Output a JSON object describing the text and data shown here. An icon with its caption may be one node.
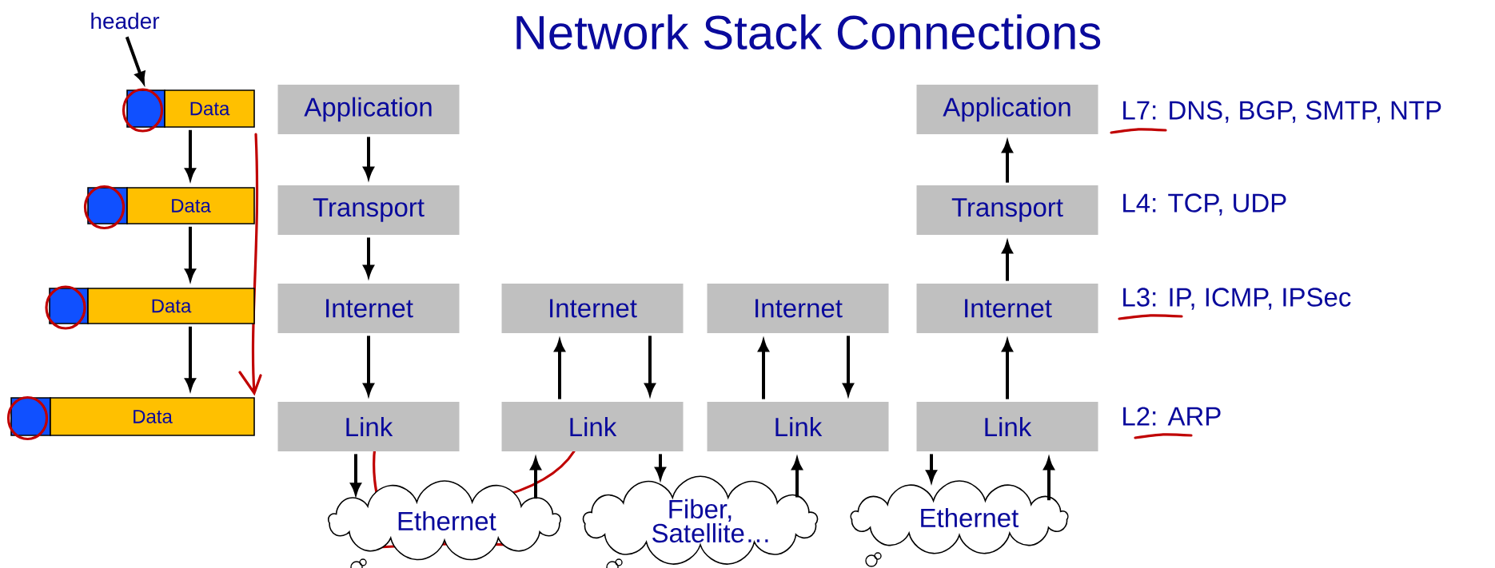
{
  "diagram": {
    "title": "Network Stack Connections",
    "nodes": [
      {
        "text": [
          "header"
        ]
      },
      {
        "text": [],
        "shape": "box"
      },
      {
        "text": [
          "Data"
        ]
      },
      {
        "text": [],
        "shape": "box"
      },
      {
        "text": [
          "Data"
        ]
      },
      {
        "text": [],
        "shape": "box"
      },
      {
        "text": [
          "Data"
        ]
      },
      {
        "text": [],
        "shape": "box"
      },
      {
        "text": [
          "Data"
        ]
      },
      {
        "text": [
          "Application"
        ]
      },
      {
        "text": [
          "Transport"
        ]
      },
      {
        "text": [
          "Internet"
        ]
      },
      {
        "text": [
          "Link"
        ]
      },
      {
        "text": [
          "Internet"
        ]
      },
      {
        "text": [
          "Link"
        ]
      },
      {
        "text": [
          "Internet"
        ]
      },
      {
        "text": [
          "Link"
        ]
      },
      {
        "text": [
          "Application"
        ]
      },
      {
        "text": [
          "Transport"
        ]
      },
      {
        "text": [
          "Internet"
        ]
      },
      {
        "text": [
          "Link"
        ]
      },
      {
        "text": [
          "Ethernet"
        ]
      },
      {
        "text": [
          "Fiber, Satellite…"
        ]
      },
      {
        "text": [
          "Ethernet"
        ]
      }
    ],
    "edges": [
      {
        "from": 0,
        "to": 1,
        "arrow": "to"
      },
      {
        "from": 2,
        "to": 4,
        "arrow": "to"
      },
      {
        "from": 4,
        "to": 6,
        "arrow": "to"
      },
      {
        "from": 6,
        "to": 8,
        "arrow": "to"
      },
      {
        "from": 9,
        "to": 10,
        "arrow": "to"
      },
      {
        "from": 10,
        "to": 11,
        "arrow": "to"
      },
      {
        "from": 11,
        "to": 12,
        "arrow": "to"
      },
      {
        "from": 12,
        "to": 21,
        "arrow": "to"
      },
      {
        "from": 21,
        "to": 14,
        "arrow": "to"
      },
      {
        "from": 14,
        "to": 13,
        "arrow": "to"
      },
      {
        "from": 13,
        "to": 14,
        "arrow": "to"
      },
      {
        "from": 14,
        "to": 22,
        "arrow": "to"
      },
      {
        "from": 22,
        "to": 16,
        "arrow": "to"
      },
      {
        "from": 16,
        "to": 15,
        "arrow": "to"
      },
      {
        "from": 15,
        "to": 16,
        "arrow": "to"
      },
      {
        "from": 20,
        "to": 23,
        "arrow": "to"
      },
      {
        "from": 23,
        "to": 20,
        "arrow": "to"
      },
      {
        "from": 20,
        "to": 19,
        "arrow": "to"
      },
      {
        "from": 19,
        "to": 18,
        "arrow": "to"
      },
      {
        "from": 18,
        "to": 17,
        "arrow": "to"
      }
    ],
    "labels": [
      "L7: DNS, BGP, SMTP, NTP",
      "L4: TCP, UDP",
      "L3: IP, ICMP, IPSec",
      "L2: ARP"
    ]
  }
}
